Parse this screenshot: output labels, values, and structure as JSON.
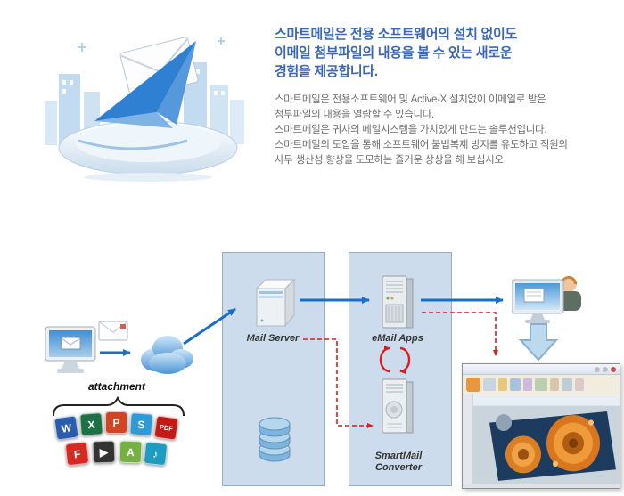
{
  "hero": {
    "heading_lines": [
      "스마트메일은 전용 소프트웨어의 설치 없이도",
      "이메일 첨부파일의 내용을 볼 수 있는 새로운",
      "경험을 제공합니다."
    ],
    "heading_color": "#3a67b8",
    "body_lines": [
      "스마트메일은 전용소프트웨어 및 Active-X 설치없이 이메일로 받은",
      "첨부파일의 내용을 열람할 수 있습니다.",
      "스마트메일은 귀사의 메일시스템을 가치있게 만드는 솔루션입니다.",
      "스마트메일의 도입을 통해 소프트웨어 불법복제 방지를 유도하고 직원의",
      "사무 생산성 향상을 도모하는 즐거운 상상을 해 보십시오."
    ],
    "body_color": "#6e6e6e"
  },
  "diagram": {
    "attachment_label": "attachment",
    "mail_server_label": "Mail Server",
    "email_apps_label": "eMail Apps",
    "smartmail_converter_lines": [
      "SmartMail",
      "Converter"
    ],
    "file_icons": [
      {
        "name": "word",
        "label": "W",
        "color": "#2a5db0"
      },
      {
        "name": "excel",
        "label": "X",
        "color": "#1e7145"
      },
      {
        "name": "powerpoint",
        "label": "P",
        "color": "#d14524"
      },
      {
        "name": "viewer",
        "label": "S",
        "color": "#2e9bd6"
      },
      {
        "name": "pdf",
        "label": "PDF",
        "color": "#c11b17"
      },
      {
        "name": "flash",
        "label": "F",
        "color": "#d42a23"
      },
      {
        "name": "media",
        "label": "▶",
        "color": "#333333"
      },
      {
        "name": "image",
        "label": "A",
        "color": "#76b043"
      },
      {
        "name": "music",
        "label": "♪",
        "color": "#1f9bbf"
      }
    ],
    "colors": {
      "arrow_blue": "#1b6ec8",
      "arrow_red": "#e01b1b",
      "panel_fill": "#cddcec",
      "panel_border": "#93adc6"
    }
  }
}
